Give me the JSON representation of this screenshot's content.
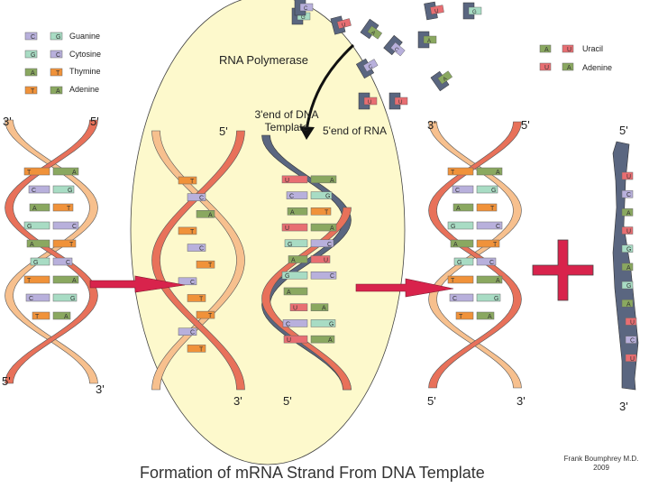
{
  "title": "Formation of mRNA Strand From DNA Template",
  "credit": {
    "name": "Frank Boumphrey M.D.",
    "year": "2009"
  },
  "colors": {
    "guanine": "#a8dcc4",
    "cytosine": "#b8b0dc",
    "thymine": "#f0923a",
    "adenine": "#8aa860",
    "uracil": "#e86e72",
    "dna_strand_a": "#e8715a",
    "dna_strand_b": "#f7c08e",
    "rna_strand": "#5a6680",
    "polymerase": "#fdf9cc",
    "arrow": "#d8234c"
  },
  "legend_left": [
    {
      "pair": "C-G",
      "label": "Guanine"
    },
    {
      "pair": "G-C",
      "label": "Cytosine"
    },
    {
      "pair": "A-T",
      "label": "Thymine"
    },
    {
      "pair": "T-A",
      "label": "Adenine"
    }
  ],
  "legend_right": [
    {
      "pair": "A-U",
      "label": "Uracil"
    },
    {
      "pair": "U-A",
      "label": "Adenine"
    }
  ],
  "annotations": {
    "polymerase": "RNA Polymerase",
    "dna_template_end": "3'end of DNA Template",
    "rna_end": "5'end of RNA"
  },
  "helices": [
    {
      "id": "original-dna",
      "top_left": "3'",
      "top_right": "5'",
      "bottom_left": "5'",
      "bottom_right": "3'",
      "rungs": [
        [
          "T",
          "A"
        ],
        [
          "C",
          "G"
        ],
        [
          "A",
          "T"
        ],
        [
          "G",
          "C"
        ],
        [
          "A",
          "T"
        ],
        [
          "G",
          "C"
        ],
        [
          "T",
          "A"
        ],
        [
          "C",
          "G"
        ],
        [
          "T",
          "A"
        ]
      ]
    },
    {
      "id": "unwound-coding-strand",
      "top": "5'",
      "bottom": "3'",
      "bases": [
        "T",
        "C",
        "A",
        "T",
        "C",
        "T",
        "C",
        "T",
        "T",
        "C",
        "T"
      ]
    },
    {
      "id": "transcription-bubble",
      "top": "3'end of DNA Template",
      "top_rna": "5'end of RNA",
      "bottom": "5'",
      "rungs": [
        [
          "U",
          "A"
        ],
        [
          "C",
          "G"
        ],
        [
          "A",
          "T"
        ],
        [
          "U",
          "A"
        ],
        [
          "G",
          "C"
        ],
        [
          "A",
          "U"
        ],
        [
          "G",
          "C"
        ],
        [
          "A"
        ],
        [
          "U",
          "A"
        ],
        [
          "C",
          "G"
        ],
        [
          "U",
          "A"
        ]
      ]
    },
    {
      "id": "rewound-dna",
      "top_left": "3'",
      "top_right": "5'",
      "bottom_left": "5'",
      "bottom_right": "3'",
      "rungs": [
        [
          "T",
          "A"
        ],
        [
          "C",
          "G"
        ],
        [
          "A",
          "T"
        ],
        [
          "G",
          "C"
        ],
        [
          "A",
          "T"
        ],
        [
          "G",
          "C"
        ],
        [
          "T",
          "A"
        ],
        [
          "C",
          "G"
        ],
        [
          "T",
          "A"
        ]
      ]
    }
  ],
  "mrna": {
    "top": "5'",
    "bottom": "3'",
    "bases": [
      "U",
      "C",
      "A",
      "U",
      "G",
      "A",
      "G",
      "A",
      "U",
      "C",
      "U"
    ]
  },
  "free_nucleotides": [
    "G",
    "U",
    "A",
    "C",
    "A",
    "U",
    "A",
    "G",
    "C",
    "U",
    "U",
    "C"
  ]
}
